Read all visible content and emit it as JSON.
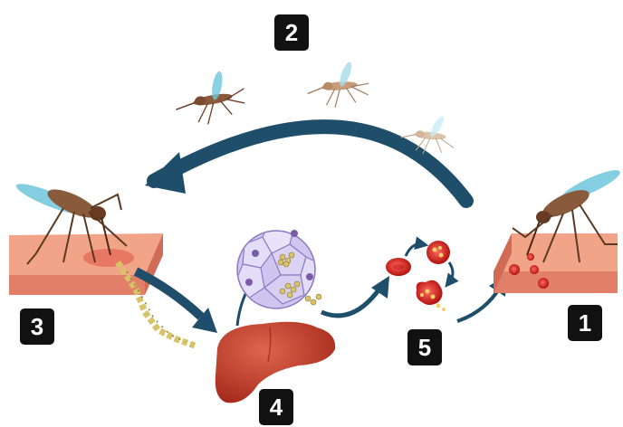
{
  "steps": [
    {
      "id": "step-1",
      "label": "1"
    },
    {
      "id": "step-2",
      "label": "2"
    },
    {
      "id": "step-3",
      "label": "3"
    },
    {
      "id": "step-4",
      "label": "4"
    },
    {
      "id": "step-5",
      "label": "5"
    }
  ],
  "colors": {
    "arrow": "#1f4e6b",
    "skin_top": "#f2a488",
    "skin_side": "#e27f68",
    "liver": "#c8402d",
    "red_blood_cell": "#d9201e",
    "cell_cluster": "#a99ad6",
    "parasite": "#d6c36a",
    "mosquito_body": "#8a5a3c",
    "mosquito_wing": "#6ec6dc"
  },
  "icons": [
    "mosquito-icon",
    "skin-patch-icon",
    "liver-icon",
    "liver-cell-cluster-icon",
    "red-blood-cell-icon",
    "sporozoite-chain-icon"
  ]
}
